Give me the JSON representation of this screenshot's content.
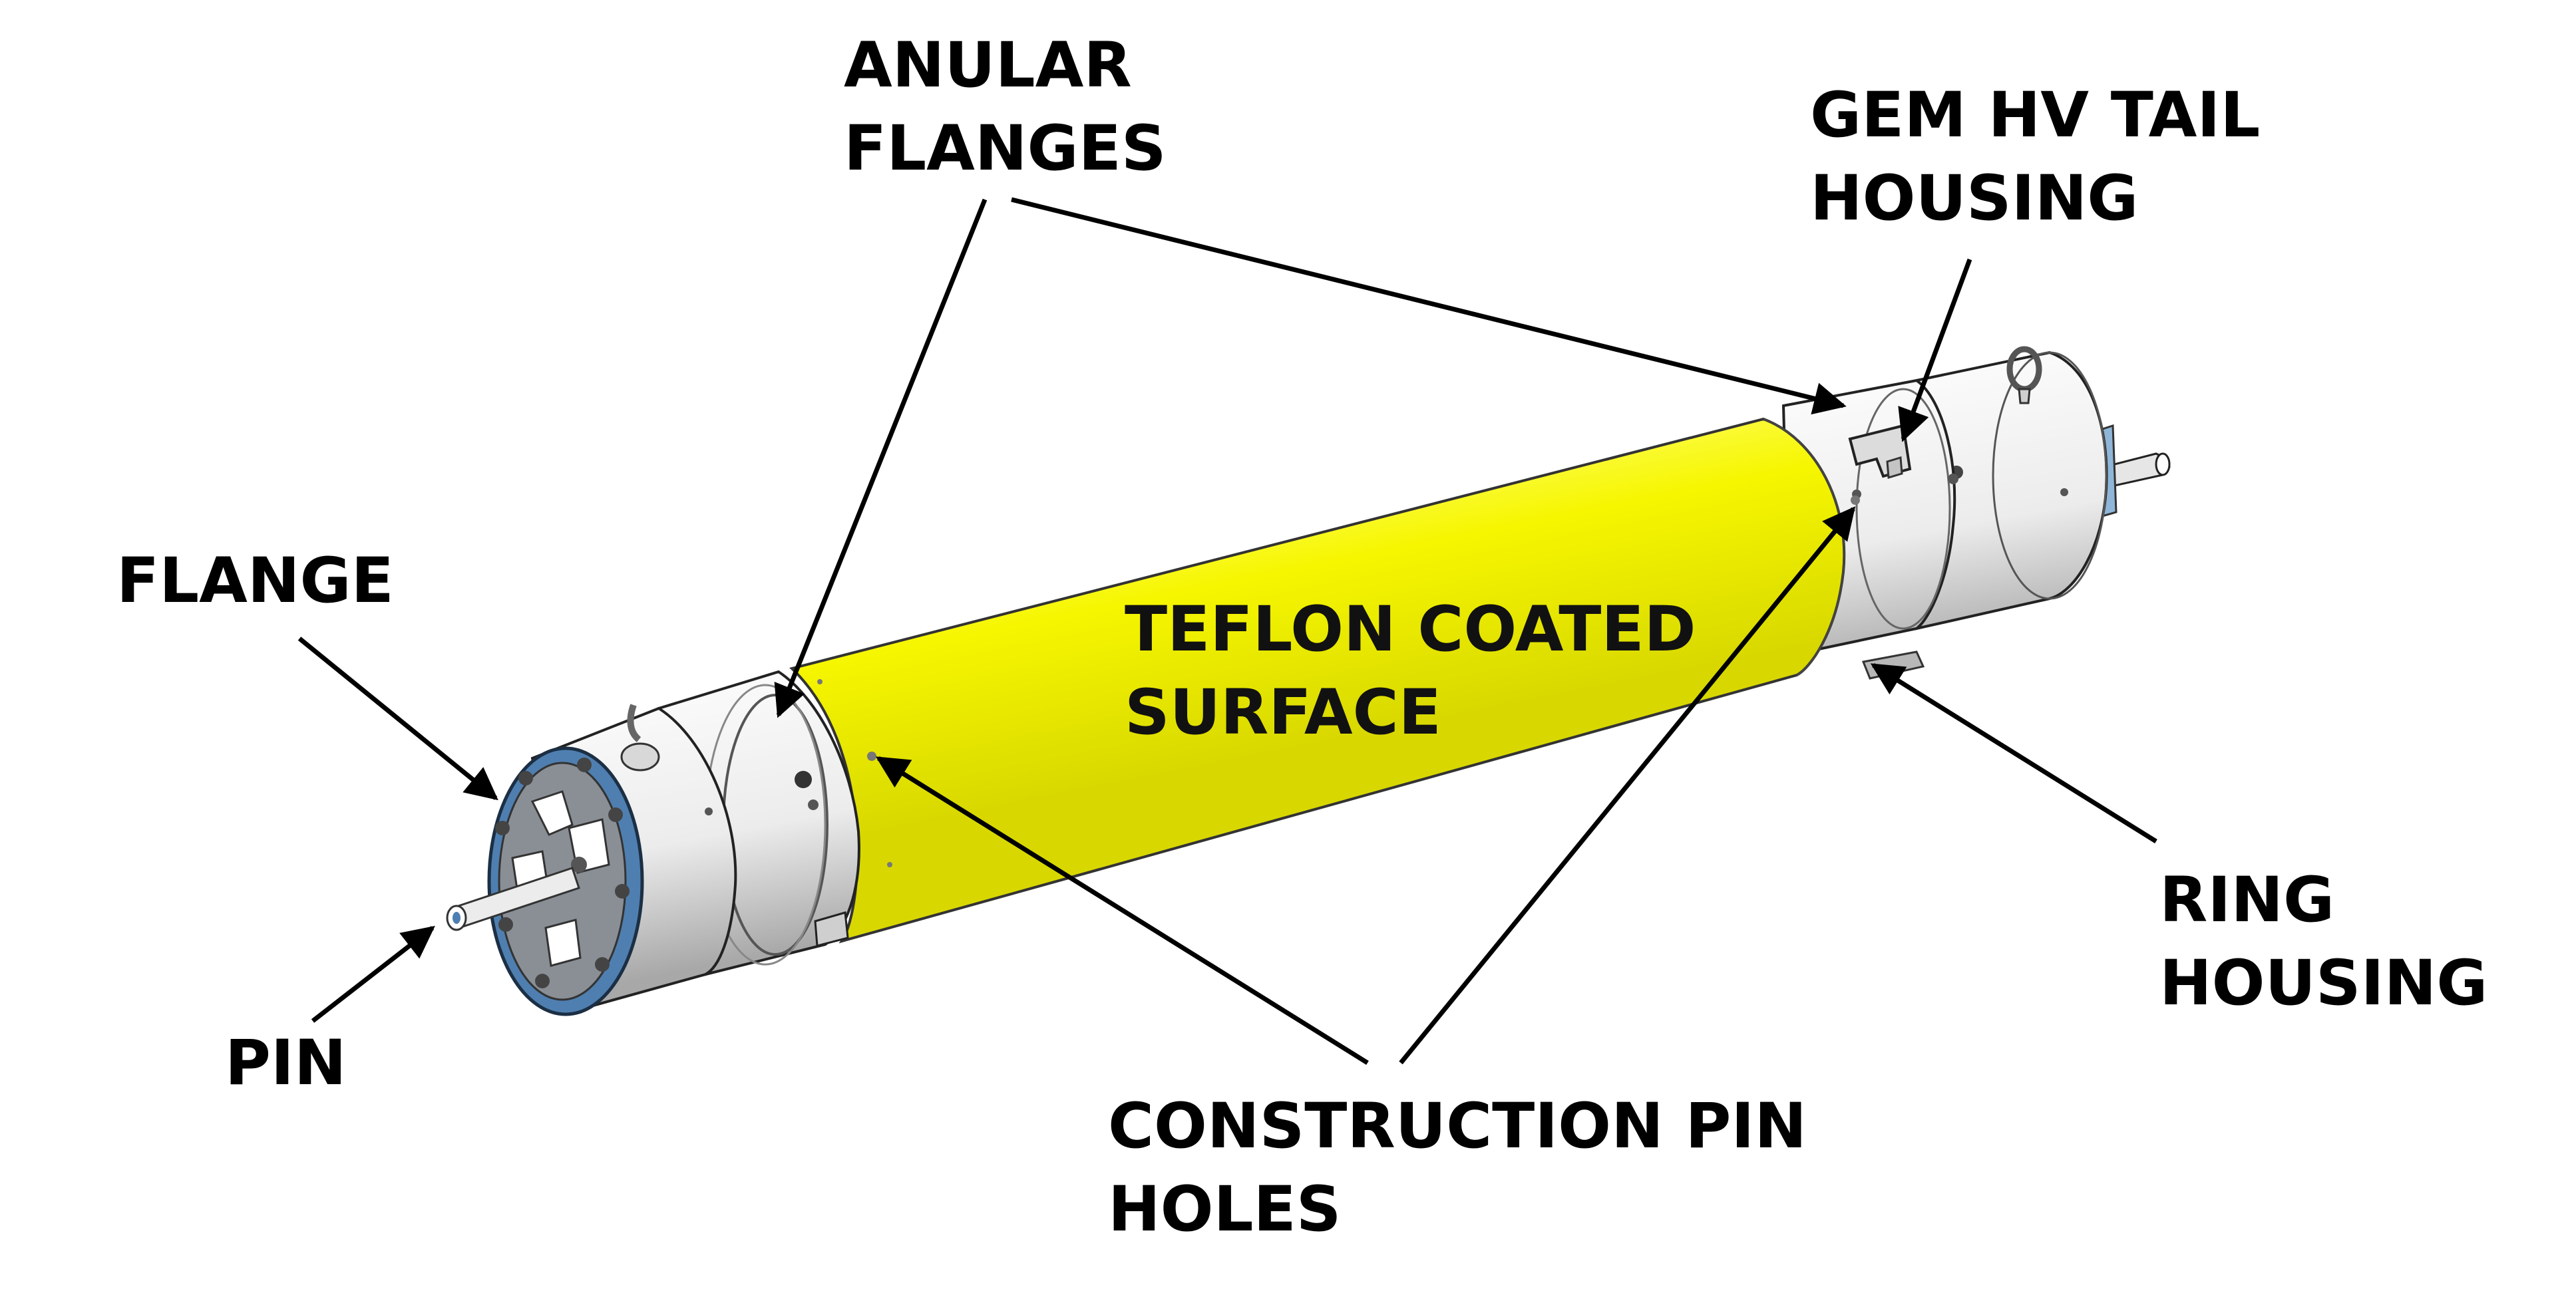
{
  "labels": {
    "anular_flanges": [
      "ANULAR",
      "FLANGES"
    ],
    "gem_hv_tail_housing": [
      "GEM HV TAIL",
      "HOUSING"
    ],
    "flange": "FLANGE",
    "teflon_coated_surface": [
      "TEFLON COATED",
      "SURFACE"
    ],
    "ring_housing": [
      "RING",
      "HOUSING"
    ],
    "pin": "PIN",
    "construction_pin_holes": [
      "CONSTRUCTION PIN",
      "HOLES"
    ]
  },
  "colors": {
    "teflon": "#f6f600",
    "metal_light": "#f2f2f2",
    "metal_shade": "#b9b9b9",
    "flange_blue": "#4f7fb0",
    "flange_plate": "#9a9aa0",
    "ink": "#000000"
  }
}
